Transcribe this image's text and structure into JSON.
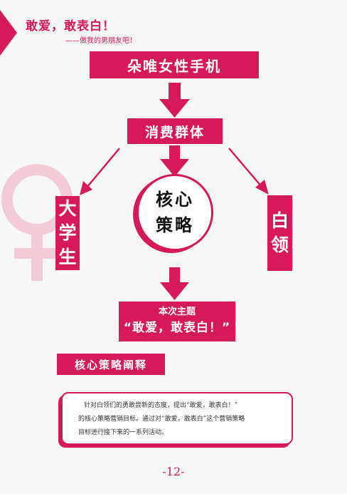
{
  "header": {
    "title": "敢爱，敢表白！",
    "subtitle": "——做我的男朋友吧！"
  },
  "diagram": {
    "product_box": "朵唯女性手机",
    "consumer_box": "消费群体",
    "left_group": [
      "大",
      "学",
      "生"
    ],
    "right_group": [
      "白",
      "领"
    ],
    "core_circle": [
      "核心",
      "策略"
    ],
    "theme_label": "本次主题",
    "theme_slogan": "“敢爱，敢表白！”"
  },
  "section": {
    "title": "核心策略阐释"
  },
  "description": {
    "lines": [
      "针对白领们的勇敢尝新的态度，提出“敢爱，敢表白！”",
      "的核心策略营销目标。通过对“敢爱，敢表白”这个营销策略",
      "目标进行接下来的一系列活动。"
    ]
  },
  "page": {
    "number": "-12-"
  },
  "colors": {
    "accent": "#d6195a",
    "watermark": "#f2cbd7",
    "background": "#f7f7f8"
  },
  "icons": {
    "watermark": "female-symbol-icon"
  }
}
